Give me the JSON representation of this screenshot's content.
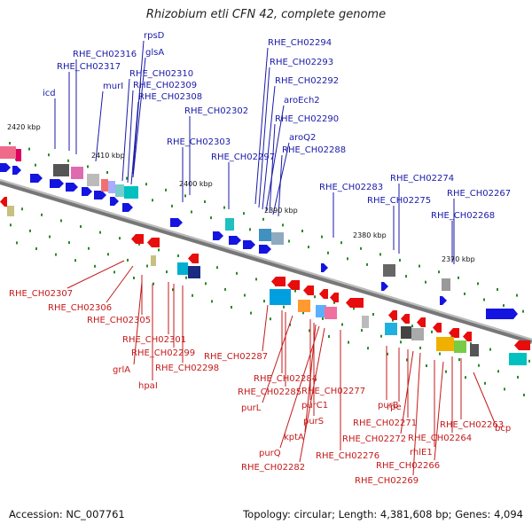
{
  "title": "Rhizobium etli CFN 42, complete genome",
  "footer": {
    "accession": "Accession: NC_007761",
    "summary": "Topology: circular; Length: 4,381,608 bp; Genes: 4,094"
  },
  "colors": {
    "forward": "#1414e0",
    "reverse": "#e80c0c",
    "backbone": "#8a8a8a",
    "tick": "#2a8a2a",
    "label_forward": "#1a1aa8",
    "label_reverse": "#c41a1a"
  },
  "kbp_ticks": [
    "2420 kbp",
    "2410 kbp",
    "2400 kbp",
    "2390 kbp",
    "2380 kbp",
    "2370 kbp"
  ],
  "forward_genes": [
    "icd",
    "RHE_CH02317",
    "RHE_CH02316",
    "murI",
    "rpsD",
    "glsA",
    "RHE_CH02310",
    "RHE_CH02309",
    "RHE_CH02308",
    "RHE_CH02303",
    "RHE_CH02302",
    "RHE_CH02297",
    "RHE_CH02294",
    "RHE_CH02293",
    "RHE_CH02292",
    "aroEch2",
    "RHE_CH02290",
    "aroQ2",
    "RHE_CH02288",
    "RHE_CH02283",
    "RHE_CH02275",
    "RHE_CH02274",
    "RHE_CH02268",
    "RHE_CH02267"
  ],
  "reverse_genes": [
    "RHE_CH02307",
    "RHE_CH02306",
    "RHE_CH02305",
    "RHE_CH02301",
    "RHE_CH02299",
    "grlA",
    "RHE_CH02298",
    "hpaI",
    "RHE_CH02287",
    "RHE_CH02284",
    "RHE_CH02285",
    "purL",
    "RHE_CH02277",
    "purC1",
    "purS",
    "kptA",
    "purQ",
    "RHE_CH02282",
    "RHE_CH02276",
    "purB",
    "rpe",
    "RHE_CH02271",
    "RHE_CH02272",
    "RHE_CH02263",
    "RHE_CH02264",
    "bcp",
    "rhlE1",
    "RHE_CH02266",
    "RHE_CH02269"
  ]
}
